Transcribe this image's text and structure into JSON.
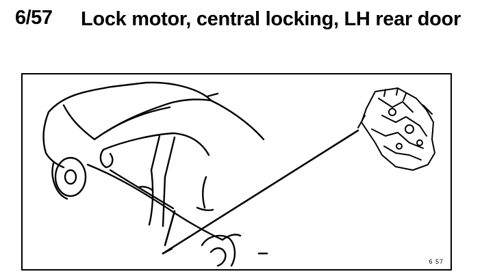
{
  "document": {
    "reference_number": "6/57",
    "title": "Lock motor, central locking, LH rear door",
    "figure": {
      "code": "6 57"
    }
  }
}
